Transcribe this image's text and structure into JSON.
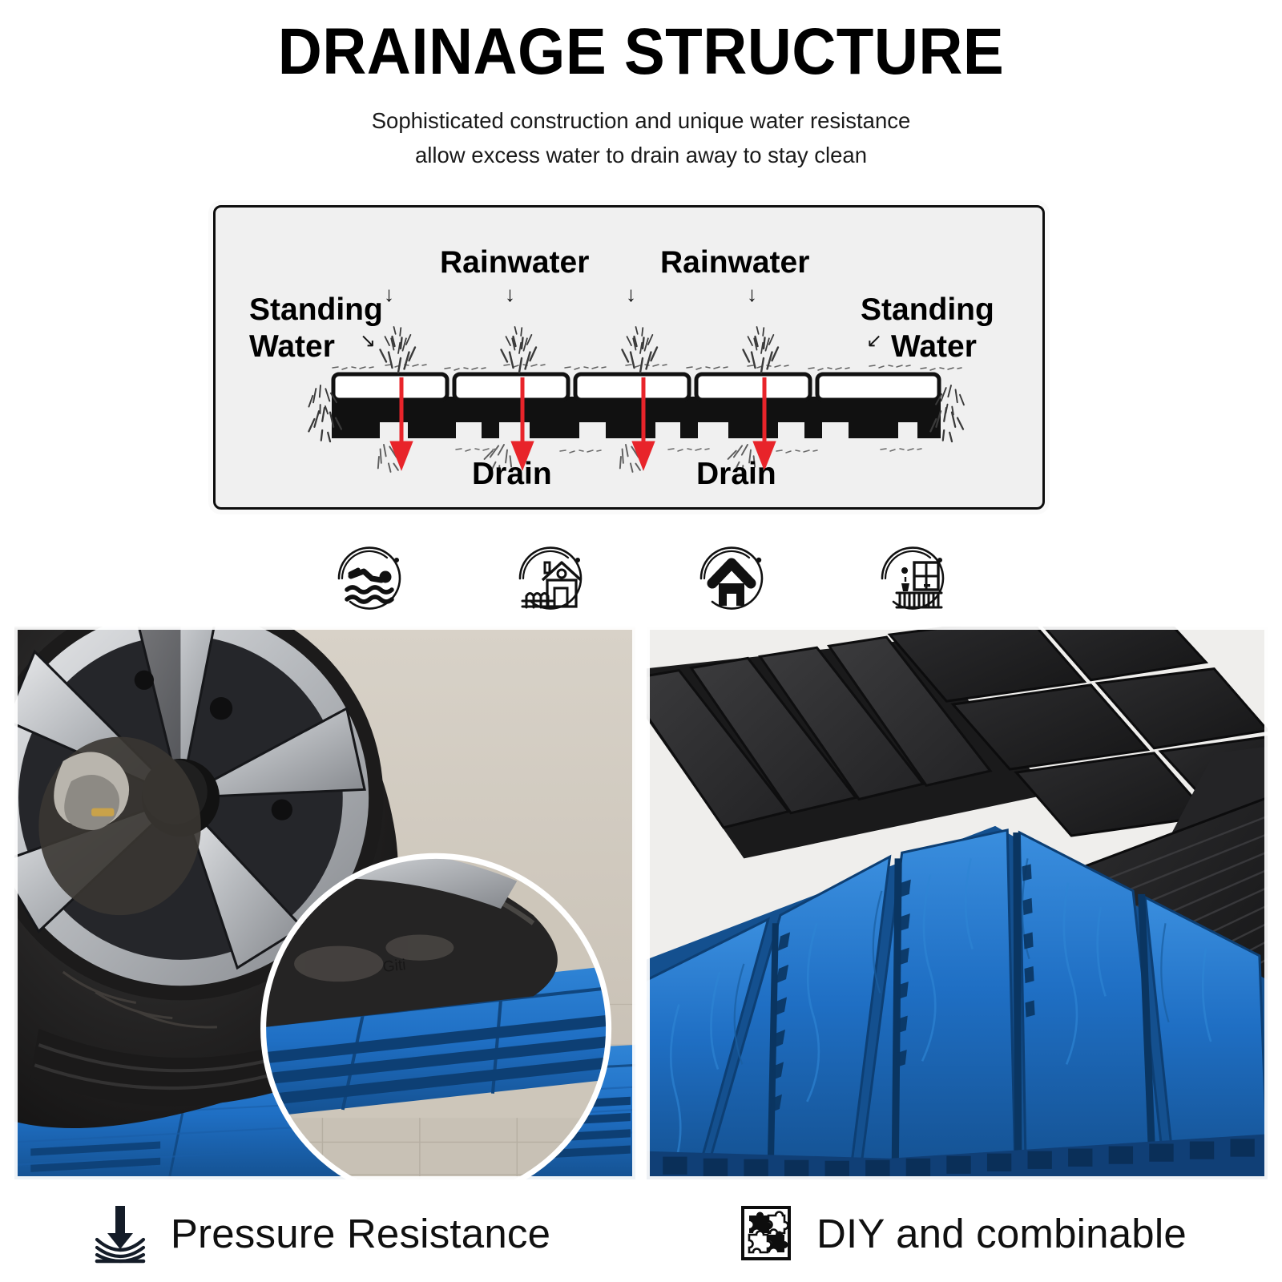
{
  "header": {
    "title": "DRAINAGE STRUCTURE",
    "subtitle_line1": "Sophisticated construction and unique water resistance",
    "subtitle_line2": "allow excess water to drain away to stay clean"
  },
  "diagram": {
    "panel_bg": "#f0f0f0",
    "border_color": "#0d0d0d",
    "arrow_color": "#e8242a",
    "labels": {
      "rainwater_left": "Rainwater",
      "rainwater_right": "Rainwater",
      "standing_left_line1": "Standing",
      "standing_left_line2": "Water",
      "standing_right_line1": "Standing",
      "standing_right_line2": "Water",
      "drain_left": "Drain",
      "drain_right": "Drain"
    },
    "arrow_glyph_down": "↓",
    "arrow_glyph_down_right": "↘",
    "arrow_glyph_down_left": "↙",
    "tile_count": 5,
    "rain_arrow_count": 4,
    "drain_arrow_count": 4
  },
  "usage_icons": [
    {
      "name": "swimming-pool-icon",
      "label": "Swimming pool"
    },
    {
      "name": "garden-house-icon",
      "label": "Garden"
    },
    {
      "name": "home-icon",
      "label": "Home"
    },
    {
      "name": "balcony-icon",
      "label": "Balcony"
    }
  ],
  "photos": [
    {
      "name": "car-wheel-on-blue-tiles-photo",
      "caption_hidden": "Car wheel resting on blue interlocking deck tiles with magnified callout of tile underside",
      "tile_color": "#1f6fc4",
      "ground_color": "#cfc8bd"
    },
    {
      "name": "black-and-blue-tiles-photo",
      "caption_hidden": "Black plank deck tiles combined diagonally with blue wood-grain tiles",
      "tile_color_black": "#2b2b2d",
      "tile_color_blue": "#1f6fc4",
      "background_color": "#efeeec"
    }
  ],
  "features": [
    {
      "icon": "pressure-arrow-icon",
      "label": "Pressure Resistance"
    },
    {
      "icon": "puzzle-pieces-icon",
      "label": "DIY and combinable"
    }
  ]
}
